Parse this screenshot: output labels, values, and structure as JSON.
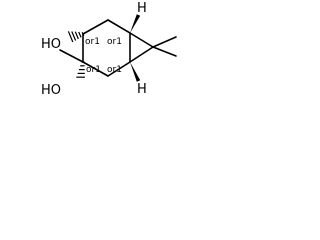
{
  "molecule": {
    "atom_labels": {
      "oh_top": "HO",
      "oh_bottom": "HO",
      "h_top": "H",
      "h_bottom": "H"
    },
    "stereo_labels": {
      "c_oh_top": "or1",
      "c_methyl": "or1",
      "c_bridge_top": "or1",
      "c_bridge_bottom": "or1"
    }
  }
}
